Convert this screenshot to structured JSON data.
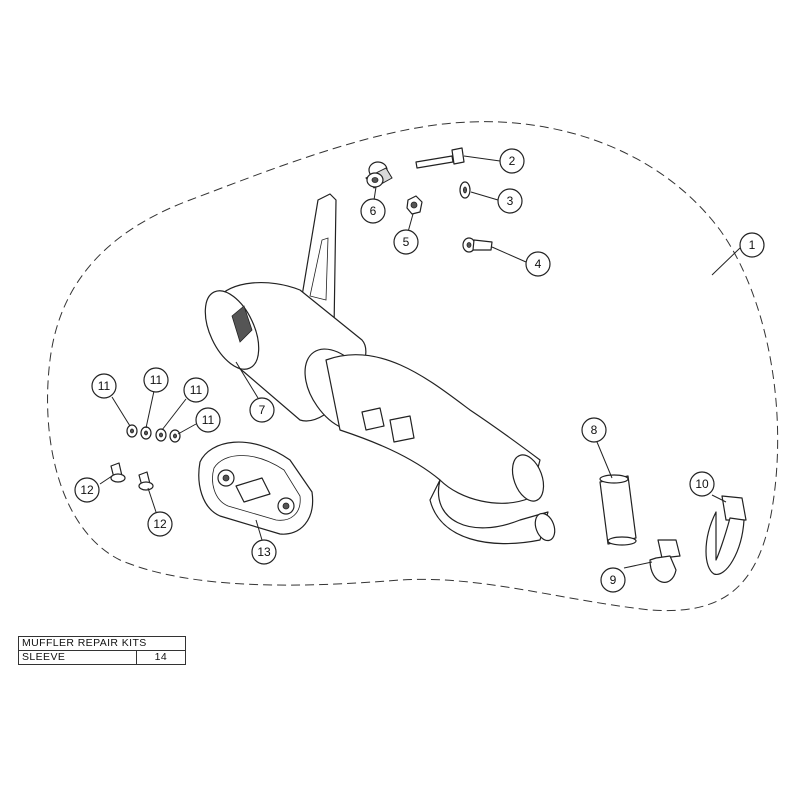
{
  "callouts": [
    {
      "label": "1"
    },
    {
      "label": "2"
    },
    {
      "label": "3"
    },
    {
      "label": "4"
    },
    {
      "label": "5"
    },
    {
      "label": "6"
    },
    {
      "label": "7"
    },
    {
      "label": "8"
    },
    {
      "label": "9"
    },
    {
      "label": "10"
    },
    {
      "label": "11"
    },
    {
      "label": "11"
    },
    {
      "label": "11"
    },
    {
      "label": "11"
    },
    {
      "label": "12"
    },
    {
      "label": "12"
    },
    {
      "label": "13"
    }
  ],
  "table": {
    "title": "MUFFLER REPAIR KITS",
    "rows": [
      {
        "name": "SLEEVE",
        "number": "14"
      }
    ]
  }
}
